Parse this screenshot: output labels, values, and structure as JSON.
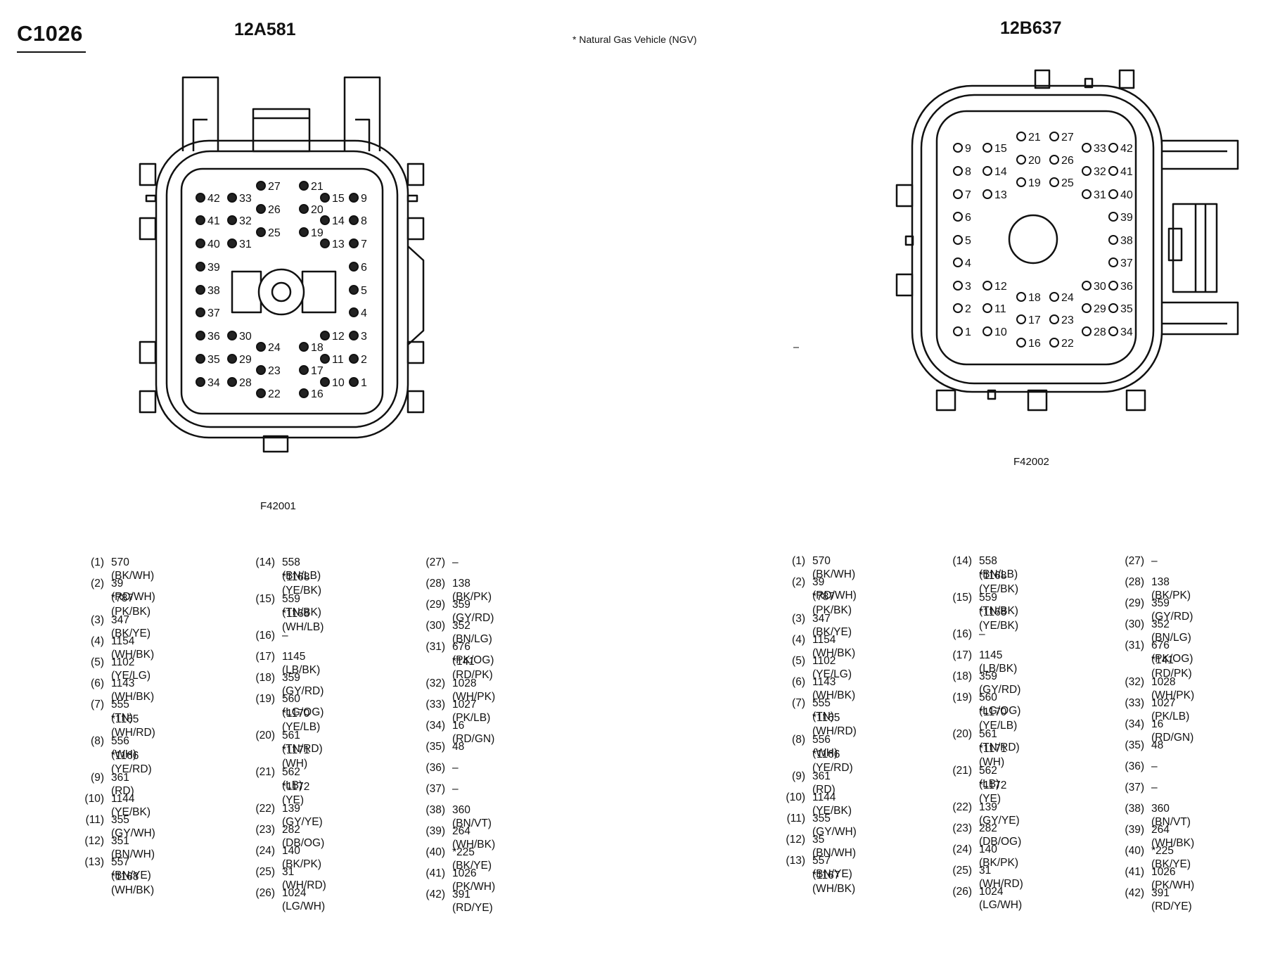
{
  "header": {
    "connector_id": "C1026",
    "note": "* Natural Gas Vehicle (NGV)"
  },
  "connectors": [
    {
      "part_number": "12A581",
      "figure_code": "F42001",
      "pin_style": "filled",
      "pinout": [
        [
          "(1)",
          "570 (BK/WH)",
          ""
        ],
        [
          "(2)",
          "39 (RD/WH)",
          "*787 (PK/BK)"
        ],
        [
          "(3)",
          "347 (BK/YE)",
          ""
        ],
        [
          "(4)",
          "1154 (WH/BK)",
          ""
        ],
        [
          "(5)",
          "1102 (YE/LG)",
          ""
        ],
        [
          "(6)",
          "1143 (WH/BK)",
          ""
        ],
        [
          "(7)",
          "555 (TN)",
          "*1165 (WH/RD)"
        ],
        [
          "(8)",
          "556 (WH)",
          "*1166 (YE/RD)"
        ],
        [
          "(9)",
          "361 (RD)",
          ""
        ],
        [
          "(10)",
          "1144 (YE/BK)",
          ""
        ],
        [
          "(11)",
          "355 (GY/WH)",
          ""
        ],
        [
          "(12)",
          "351 (BN/WH)",
          ""
        ],
        [
          "(13)",
          "557 (BN/YE)",
          "*1168 (WH/BK)"
        ],
        [
          "(14)",
          "558 (BN/LB)",
          "*1168 (YE/BK)"
        ],
        [
          "(15)",
          "559 (TN/BK)",
          "*1168 (WH/LB)"
        ],
        [
          "(16)",
          "–",
          ""
        ],
        [
          "(17)",
          "1145 (LB/BK)",
          ""
        ],
        [
          "(18)",
          "359 (GY/RD)",
          ""
        ],
        [
          "(19)",
          "560 (LG/OG)",
          "*1170 (YE/LB)"
        ],
        [
          "(20)",
          "561 (TN/RD)",
          "*1171 (WH)"
        ],
        [
          "(21)",
          "562 (LB)",
          "*1172 (YE)"
        ],
        [
          "(22)",
          "139 (GY/YE)",
          ""
        ],
        [
          "(23)",
          "282 (DB/OG)",
          ""
        ],
        [
          "(24)",
          "140 (BK/PK)",
          ""
        ],
        [
          "(25)",
          "31 (WH/RD)",
          ""
        ],
        [
          "(26)",
          "1024 (LG/WH)",
          ""
        ],
        [
          "(27)",
          "–",
          ""
        ],
        [
          "(28)",
          "138 (BK/PK)",
          ""
        ],
        [
          "(29)",
          "359 (GY/RD)",
          ""
        ],
        [
          "(30)",
          "352 (BN/LG)",
          ""
        ],
        [
          "(31)",
          "676 (PK/OG)",
          "*141 (RD/PK)"
        ],
        [
          "(32)",
          "1028 (WH/PK)",
          ""
        ],
        [
          "(33)",
          "1027 (PK/LB)",
          ""
        ],
        [
          "(34)",
          "16 (RD/GN)",
          ""
        ],
        [
          "(35)",
          "48",
          ""
        ],
        [
          "(36)",
          "–",
          ""
        ],
        [
          "(37)",
          "–",
          ""
        ],
        [
          "(38)",
          "360 (BN/VT)",
          ""
        ],
        [
          "(39)",
          "264 (WH/BK)",
          ""
        ],
        [
          "(40)",
          "*225 (BK/YE)",
          ""
        ],
        [
          "(41)",
          "1026 (PK/WH)",
          ""
        ],
        [
          "(42)",
          "391 (RD/YE)",
          ""
        ]
      ]
    },
    {
      "part_number": "12B637",
      "figure_code": "F42002",
      "pin_style": "open",
      "pinout": [
        [
          "(1)",
          "570 (BK/WH)",
          ""
        ],
        [
          "(2)",
          "39 (RD/WH)",
          "*787 (PK/BK)"
        ],
        [
          "(3)",
          "347 (BK/YE)",
          ""
        ],
        [
          "(4)",
          "1154 (WH/BK)",
          ""
        ],
        [
          "(5)",
          "1102 (YE/LG)",
          ""
        ],
        [
          "(6)",
          "1143 (WH/BK)",
          ""
        ],
        [
          "(7)",
          "555 (TN)",
          "*1165 (WH/RD)"
        ],
        [
          "(8)",
          "556 (WH)",
          "*1166 (YE/RD)"
        ],
        [
          "(9)",
          "361 (RD)",
          ""
        ],
        [
          "(10)",
          "1144 (YE/BK)",
          ""
        ],
        [
          "(11)",
          "355 (GY/WH)",
          ""
        ],
        [
          "(12)",
          "35 (BN/WH)",
          ""
        ],
        [
          "(13)",
          "557 (BN/YE)",
          "*1167 (WH/BK)"
        ],
        [
          "(14)",
          "558 (BN/LB)",
          "*1168 (YE/BK)"
        ],
        [
          "(15)",
          "559 (TN/BK)",
          "*1168 (YE/BK)"
        ],
        [
          "(16)",
          "–",
          ""
        ],
        [
          "(17)",
          "1145 (LB/BK)",
          ""
        ],
        [
          "(18)",
          "359 (GY/RD)",
          ""
        ],
        [
          "(19)",
          "560 (LG/OG)",
          "*1170 (YE/LB)"
        ],
        [
          "(20)",
          "561 (TN/RD)",
          "*1171 (WH)"
        ],
        [
          "(21)",
          "562 (LB)",
          "*1172 (YE)"
        ],
        [
          "(22)",
          "139 (GY/YE)",
          ""
        ],
        [
          "(23)",
          "282 (DB/OG)",
          ""
        ],
        [
          "(24)",
          "140 (BK/PK)",
          ""
        ],
        [
          "(25)",
          "31 (WH/RD)",
          ""
        ],
        [
          "(26)",
          "1024 (LG/WH)",
          ""
        ],
        [
          "(27)",
          "–",
          ""
        ],
        [
          "(28)",
          "138 (BK/PK)",
          ""
        ],
        [
          "(29)",
          "359 (GY/RD)",
          ""
        ],
        [
          "(30)",
          "352 (BN/LG)",
          ""
        ],
        [
          "(31)",
          "676 (PK/OG)",
          "*141 (RD/PK)"
        ],
        [
          "(32)",
          "1028 (WH/PK)",
          ""
        ],
        [
          "(33)",
          "1027 (PK/LB)",
          ""
        ],
        [
          "(34)",
          "16 (RD/GN)",
          ""
        ],
        [
          "(35)",
          "48",
          ""
        ],
        [
          "(36)",
          "–",
          ""
        ],
        [
          "(37)",
          "–",
          ""
        ],
        [
          "(38)",
          "360 (BN/VT)",
          ""
        ],
        [
          "(39)",
          "264 (WH/BK)",
          ""
        ],
        [
          "(40)",
          "*225 (BK/YE)",
          ""
        ],
        [
          "(41)",
          "1026 (PK/WH)",
          ""
        ],
        [
          "(42)",
          "391 (RD/YE)",
          ""
        ]
      ]
    }
  ],
  "style": {
    "ink": "#111111",
    "pin_fill": "#222222",
    "paper": "#ffffff"
  }
}
